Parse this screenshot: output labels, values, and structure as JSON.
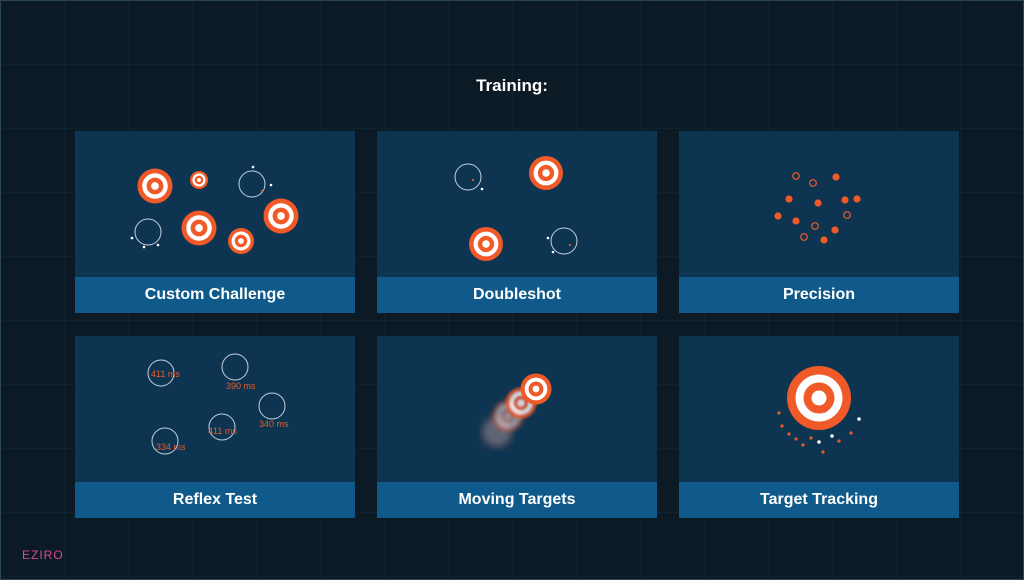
{
  "header": {
    "title": "Training:"
  },
  "cards": [
    {
      "id": "custom",
      "label": "Custom Challenge"
    },
    {
      "id": "doubleshot",
      "label": "Doubleshot"
    },
    {
      "id": "precision",
      "label": "Precision"
    },
    {
      "id": "reflex",
      "label": "Reflex Test",
      "times": [
        "411 ms",
        "390 ms",
        "340 ms",
        "411 ms",
        "334 ms"
      ]
    },
    {
      "id": "moving",
      "label": "Moving Targets"
    },
    {
      "id": "tracking",
      "label": "Target Tracking"
    }
  ],
  "brand": {
    "logo_text": "EZIRO"
  },
  "colors": {
    "background": "#0b1a25",
    "card": "#0d3552",
    "card_label": "#0f5a8a",
    "target_orange": "#f05a28",
    "target_white": "#ffffff"
  }
}
